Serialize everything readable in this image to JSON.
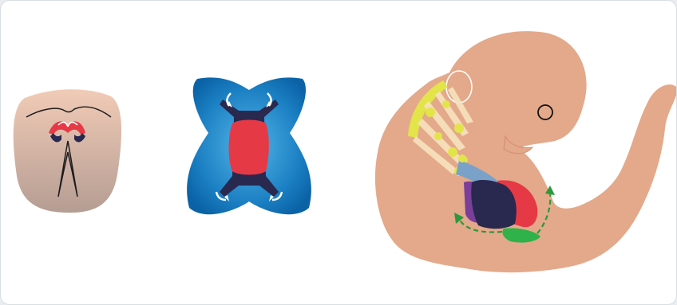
{
  "figure": {
    "panels": [
      {
        "id": "disc-embryo",
        "description_visible": false
      },
      {
        "id": "folding-schematic",
        "description_visible": false
      },
      {
        "id": "embryo-lateral-view",
        "description_visible": false
      }
    ]
  },
  "colors": {
    "background": "#ffffff",
    "skin_top": "#f1cbb6",
    "skin_bottom": "#b59d93",
    "embryo_skin": "#e3a98a",
    "heart_red": "#e63946",
    "heart_navy": "#29284f",
    "outflow_blue": "#7aa1c8",
    "blue_dark": "#0b63a6",
    "blue_light": "#55b7e8",
    "neural_yellow": "#e2e44a",
    "stream_cream": "#f6e3bd",
    "second_field_purple": "#7a3f9b",
    "green_field": "#2fb24a",
    "arrow_green": "#2b9a3a"
  },
  "icons": [
    "curved-arrow-icon",
    "migration-arrow-icon",
    "dashed-arrow-icon",
    "eye-icon"
  ]
}
